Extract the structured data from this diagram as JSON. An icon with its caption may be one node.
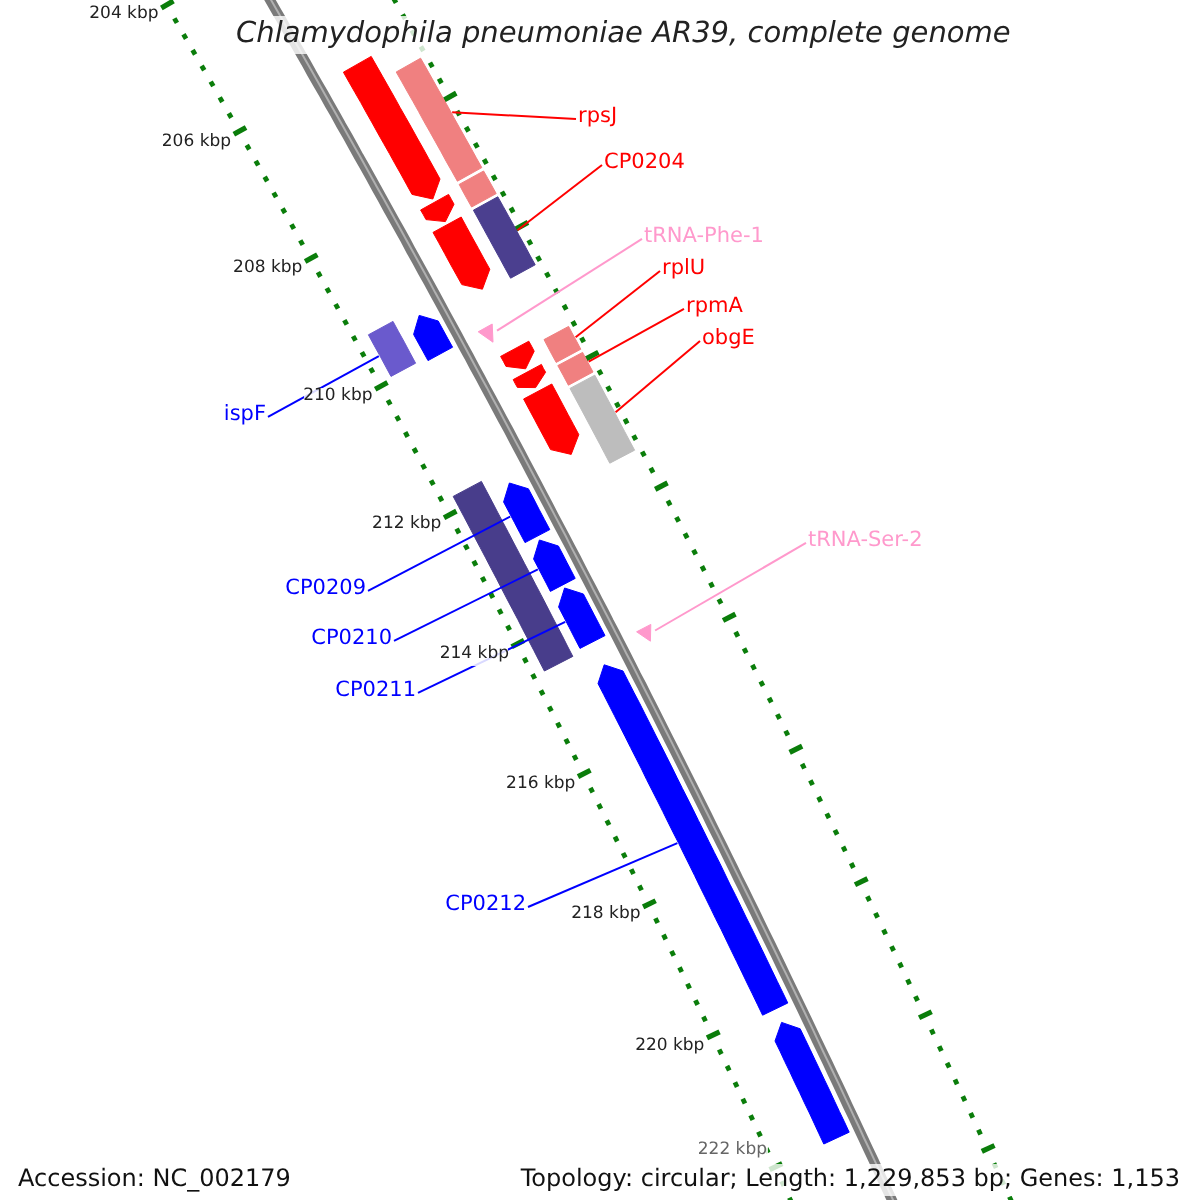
{
  "diagram": {
    "title": "Chlamydophila pneumoniae AR39, complete genome",
    "nodes": [
      {
        "text": [
          "rpsJ"
        ]
      },
      {
        "text": [
          "CP0204"
        ]
      },
      {
        "text": [
          "tRNA-Phe-1"
        ]
      },
      {
        "text": [
          "rplU"
        ]
      },
      {
        "text": [
          "rpmA"
        ]
      },
      {
        "text": [
          "obgE"
        ]
      },
      {
        "text": [
          "ispF"
        ]
      },
      {
        "text": [
          "tRNA-Ser-2"
        ]
      },
      {
        "text": [
          "CP0209"
        ]
      },
      {
        "text": [
          "CP0210"
        ]
      },
      {
        "text": [
          "CP0211"
        ]
      },
      {
        "text": [
          "CP0212"
        ]
      },
      {
        "text": [],
        "shape": "arrow"
      },
      {
        "text": [],
        "shape": "bar"
      },
      {
        "text": [],
        "shape": "bar"
      },
      {
        "text": [],
        "shape": "arrow"
      },
      {
        "text": [],
        "shape": "bar"
      },
      {
        "text": [],
        "shape": "arrow"
      },
      {
        "text": [],
        "shape": "arrow"
      },
      {
        "text": [],
        "shape": "bar"
      },
      {
        "text": [],
        "shape": "triangle"
      },
      {
        "text": [],
        "shape": "bar"
      },
      {
        "text": [],
        "shape": "arrow"
      },
      {
        "text": [],
        "shape": "bar"
      },
      {
        "text": [],
        "shape": "arrow"
      },
      {
        "text": [],
        "shape": "bar"
      },
      {
        "text": [],
        "shape": "arrow"
      },
      {
        "text": [],
        "shape": "arrow"
      },
      {
        "text": [],
        "shape": "bar"
      },
      {
        "text": [],
        "shape": "arrow"
      },
      {
        "text": [],
        "shape": "arrow"
      },
      {
        "text": [],
        "shape": "triangle"
      },
      {
        "text": [],
        "shape": "arrow"
      },
      {
        "text": [],
        "shape": "arrow"
      }
    ],
    "edges": [
      {
        "from": 0,
        "to": 13,
        "arrow": "none"
      },
      {
        "from": 1,
        "to": 16,
        "arrow": "none"
      },
      {
        "from": 2,
        "to": 20,
        "arrow": "none",
        "color": "#ff99cc"
      },
      {
        "from": 3,
        "to": 21,
        "arrow": "none"
      },
      {
        "from": 4,
        "to": 23,
        "arrow": "none"
      },
      {
        "from": 5,
        "to": 25,
        "arrow": "none"
      },
      {
        "from": 6,
        "to": 19,
        "arrow": "none",
        "color": "#0000ff"
      },
      {
        "from": 7,
        "to": 31,
        "arrow": "none",
        "color": "#ff99cc"
      },
      {
        "from": 8,
        "to": 27,
        "arrow": "none",
        "color": "#0000ff"
      },
      {
        "from": 9,
        "to": 29,
        "arrow": "none",
        "color": "#0000ff"
      },
      {
        "from": 10,
        "to": 30,
        "arrow": "none",
        "color": "#0000ff"
      },
      {
        "from": 11,
        "to": 32,
        "arrow": "none",
        "color": "#0000ff"
      }
    ],
    "labels": [
      "204 kbp",
      "206 kbp",
      "208 kbp",
      "210 kbp",
      "212 kbp",
      "214 kbp",
      "216 kbp",
      "218 kbp",
      "220 kbp",
      "222 kbp",
      "Accession: NC_002179",
      "Topology: circular; Length: 1,229,853 bp; Genes: 1,153"
    ]
  }
}
